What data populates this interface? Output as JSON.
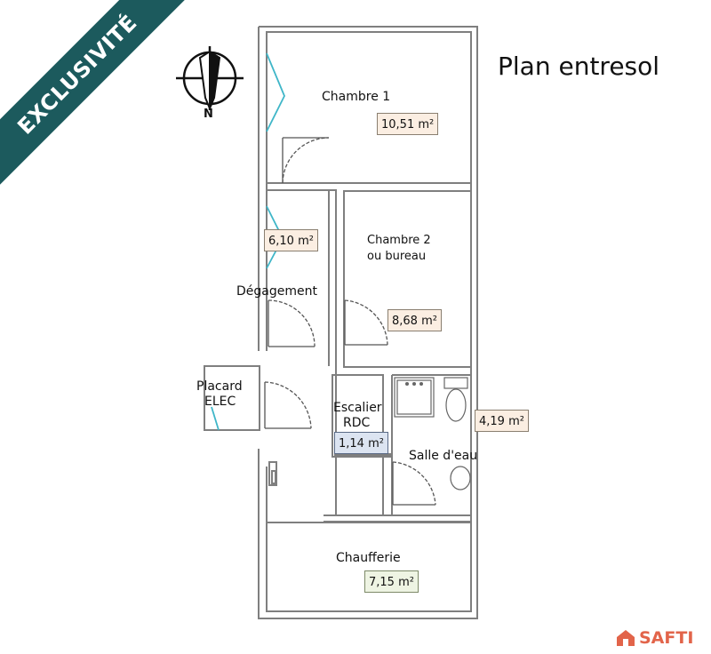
{
  "badge": {
    "text": "EXCLUSIVITÉ",
    "color": "#1c5a5d"
  },
  "title": "Plan entresol",
  "compass": {
    "letter": "N"
  },
  "rooms": {
    "chambre1": {
      "label": "Chambre 1",
      "area": "10,51 m²"
    },
    "chambre2": {
      "label_line1": "Chambre 2",
      "label_line2": "ou bureau",
      "area": "8,68 m²"
    },
    "degagement": {
      "label": "Dégagement",
      "area": "6,10 m²"
    },
    "placard": {
      "label_line1": "Placard",
      "label_line2": "ELEC"
    },
    "escalier": {
      "label_line1": "Escalier",
      "label_line2": "RDC",
      "area": "1,14 m²"
    },
    "salle_eau": {
      "label": "Salle d'eau",
      "area": "4,19 m²"
    },
    "chaufferie": {
      "label": "Chaufferie",
      "area": "7,15 m²"
    }
  },
  "colors": {
    "wall": "#7f7f7f",
    "window": "#3fb6c8",
    "area_tag": "#fbeee2",
    "area_tag_blue": "#dce4f1",
    "area_tag_green": "#eef4e3",
    "brand": "#e2644a"
  },
  "logo": {
    "text": "SAFTI"
  }
}
